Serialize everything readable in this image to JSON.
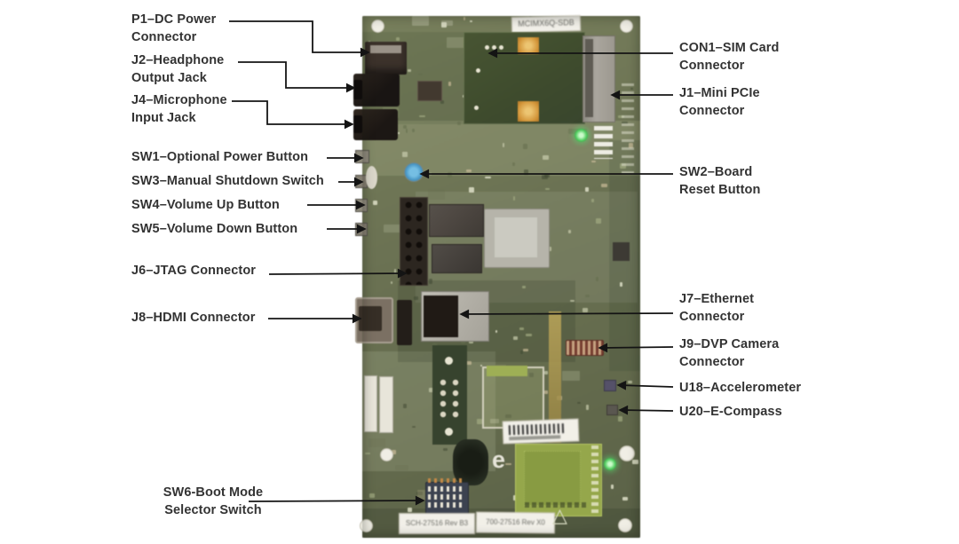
{
  "figure": {
    "description_hint": "labeled development board photo with callouts"
  },
  "board": {
    "top_label": "MCIMX6Q-SDB",
    "label_sch": "SCH-27516 Rev B3",
    "label_700": "700-27516 Rev X0",
    "logo_text": "e"
  },
  "callouts": {
    "left": [
      {
        "id": "p1",
        "label": "P1–DC Power\nConnector"
      },
      {
        "id": "j2",
        "label": "J2–Headphone\nOutput Jack"
      },
      {
        "id": "j4",
        "label": "J4–Microphone\nInput Jack"
      },
      {
        "id": "sw1",
        "label": "SW1–Optional Power Button"
      },
      {
        "id": "sw3",
        "label": "SW3–Manual Shutdown Switch"
      },
      {
        "id": "sw4",
        "label": "SW4–Volume Up Button"
      },
      {
        "id": "sw5",
        "label": "SW5–Volume Down Button"
      },
      {
        "id": "j6",
        "label": "J6–JTAG Connector"
      },
      {
        "id": "j8",
        "label": "J8–HDMI Connector"
      },
      {
        "id": "sw6",
        "label": "SW6-Boot Mode\nSelector Switch"
      }
    ],
    "right": [
      {
        "id": "con1",
        "label": "CON1–SIM Card\nConnector"
      },
      {
        "id": "j1",
        "label": "J1–Mini PCIe\nConnector"
      },
      {
        "id": "sw2",
        "label": "SW2–Board\nReset Button"
      },
      {
        "id": "j7",
        "label": "J7–Ethernet\nConnector"
      },
      {
        "id": "j9",
        "label": "J9–DVP Camera\nConnector"
      },
      {
        "id": "u18",
        "label": "U18–Accelerometer"
      },
      {
        "id": "u20",
        "label": "U20–E-Compass"
      }
    ]
  },
  "colors": {
    "leader": "#141414",
    "text": "#333333",
    "board_base": "#6f7753",
    "module_green": "#41502c",
    "antenna_module_green": "#95a943",
    "led_green": "#35b043",
    "gold_pad": "#d9952f"
  }
}
